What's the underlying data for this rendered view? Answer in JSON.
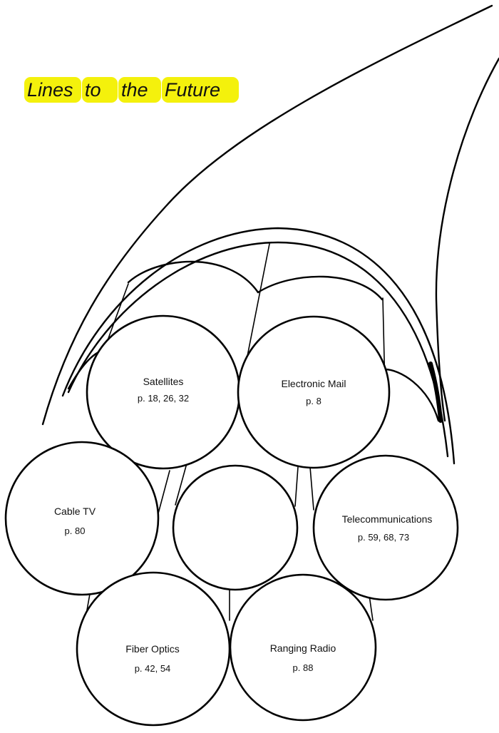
{
  "title": {
    "words": [
      "Lines",
      "to",
      "the",
      "Future"
    ],
    "highlight_color": "#f4f10c"
  },
  "cables": [
    {
      "key": "satellites",
      "name": "Satellites",
      "pages": "p. 18, 26, 32"
    },
    {
      "key": "electronic-mail",
      "name": "Electronic Mail",
      "pages": "p. 8"
    },
    {
      "key": "cable-tv",
      "name": "Cable TV",
      "pages": "p. 80"
    },
    {
      "key": "center",
      "name": "",
      "pages": ""
    },
    {
      "key": "telecommunications",
      "name": "Telecommunications",
      "pages": "p. 59, 68, 73"
    },
    {
      "key": "fiber-optics",
      "name": "Fiber Optics",
      "pages": "p. 42, 54"
    },
    {
      "key": "ranging-radio",
      "name": "Ranging Radio",
      "pages": "p. 88"
    }
  ]
}
